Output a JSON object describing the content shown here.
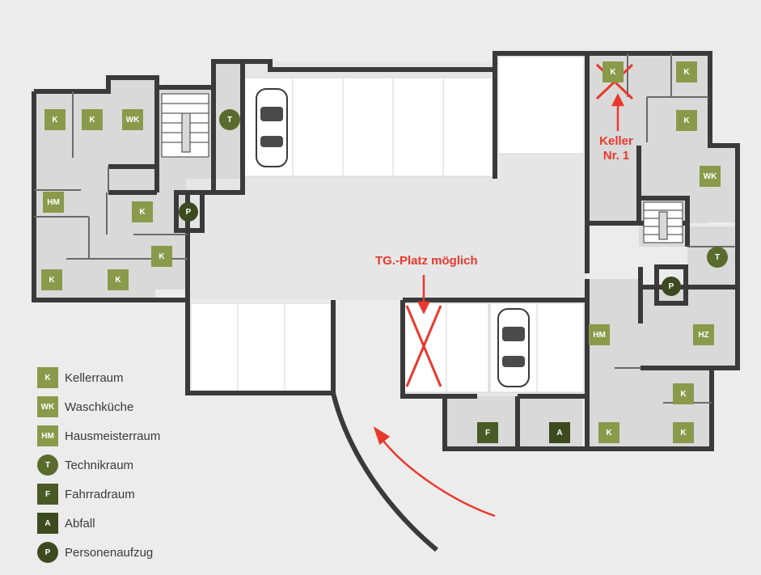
{
  "colors": {
    "background": "#ececec",
    "room_fill": "#d9d9d9",
    "garage_floor": "#e6e6e6",
    "parking_bay": "#ffffff",
    "wall": "#3a3a3a",
    "room_marker": "#8a9a4b",
    "dark_marker": "#4a5a26",
    "circle_marker": "#5a6b2d",
    "annotation_red": "#e8392c"
  },
  "room_labels": {
    "k": "K",
    "wk": "WK",
    "hm": "HM",
    "hz": "HZ",
    "t": "T",
    "p": "P",
    "f": "F",
    "a": "A"
  },
  "annotations": {
    "keller_line1": "Keller",
    "keller_line2": "Nr. 1",
    "tg_platz": "TG.-Platz möglich"
  },
  "legend": [
    {
      "code": "K",
      "label": "Kellerraum",
      "shape": "square",
      "color": "#8a9a4b"
    },
    {
      "code": "WK",
      "label": "Waschküche",
      "shape": "square",
      "color": "#8a9a4b"
    },
    {
      "code": "HM",
      "label": "Hausmeisterraum",
      "shape": "square",
      "color": "#8a9a4b"
    },
    {
      "code": "T",
      "label": "Technikraum",
      "shape": "circle",
      "color": "#5a6b2d"
    },
    {
      "code": "F",
      "label": "Fahrradraum",
      "shape": "square",
      "color": "#4a5a26"
    },
    {
      "code": "A",
      "label": "Abfall",
      "shape": "square",
      "color": "#3d4a1f"
    },
    {
      "code": "P",
      "label": "Personenaufzug",
      "shape": "circle",
      "color": "#3d4a1f"
    }
  ]
}
